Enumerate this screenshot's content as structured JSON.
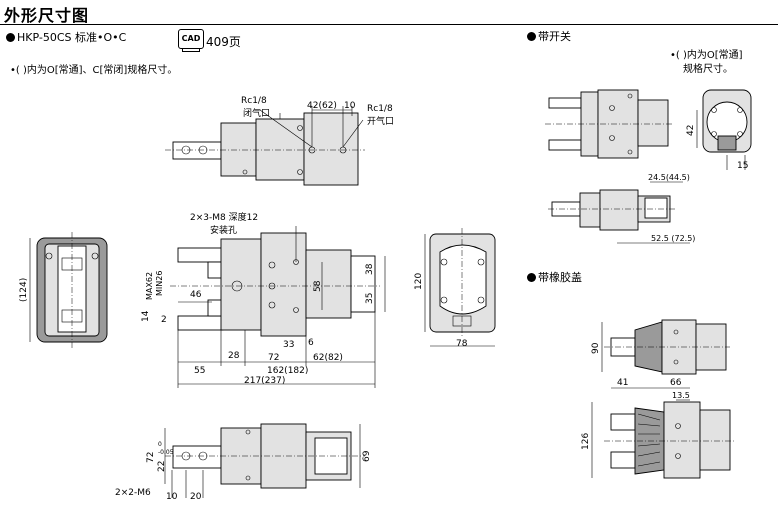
{
  "header": {
    "title": "外形尺寸图",
    "model_label": "HKP-50CS 标准•O•C",
    "cad_badge": "CAD",
    "cad_page": "409页",
    "note": "•(  )内为O[常通]、C[常闭]规格尺寸。"
  },
  "switch_section": {
    "label": "带开关",
    "note_line1": "•(  )内为O[常通]",
    "note_line2": "规格尺寸。",
    "dims": {
      "d42": "42",
      "d15": "15",
      "d245": "24.5(44.5)",
      "d525": "52.5 (72.5)"
    }
  },
  "rubber_section": {
    "label": "带橡胶盖",
    "dims": {
      "d90": "90",
      "d41": "41",
      "d66": "66",
      "d135": "13.5",
      "d126": "126"
    }
  },
  "main_dims": {
    "rc_closed": "Rc1/8",
    "closed_port": "闭气口",
    "rc_open": "Rc1/8",
    "open_port": "开气口",
    "d42_62": "42(62)",
    "d10": "10",
    "m8": "2×3-M8 深度12",
    "mount_holes": "安装孔",
    "d124": "(124)",
    "max62": "MAX62",
    "min26": "MIN26",
    "d46": "46",
    "d14": "14",
    "d2": "2",
    "d58": "58",
    "d38": "38",
    "d35": "35",
    "d6": "6",
    "d33": "33",
    "d28": "28",
    "d72": "72",
    "d62_82": "62(82)",
    "d55": "55",
    "d162_182": "162(182)",
    "d217_237": "217(237)",
    "d120": "120",
    "d78": "78",
    "b72": "72",
    "b0": "0",
    "b005": "-0.05",
    "b22": "22",
    "b69": "69",
    "m6": "2×2-M6",
    "b10": "10",
    "b20": "20"
  }
}
